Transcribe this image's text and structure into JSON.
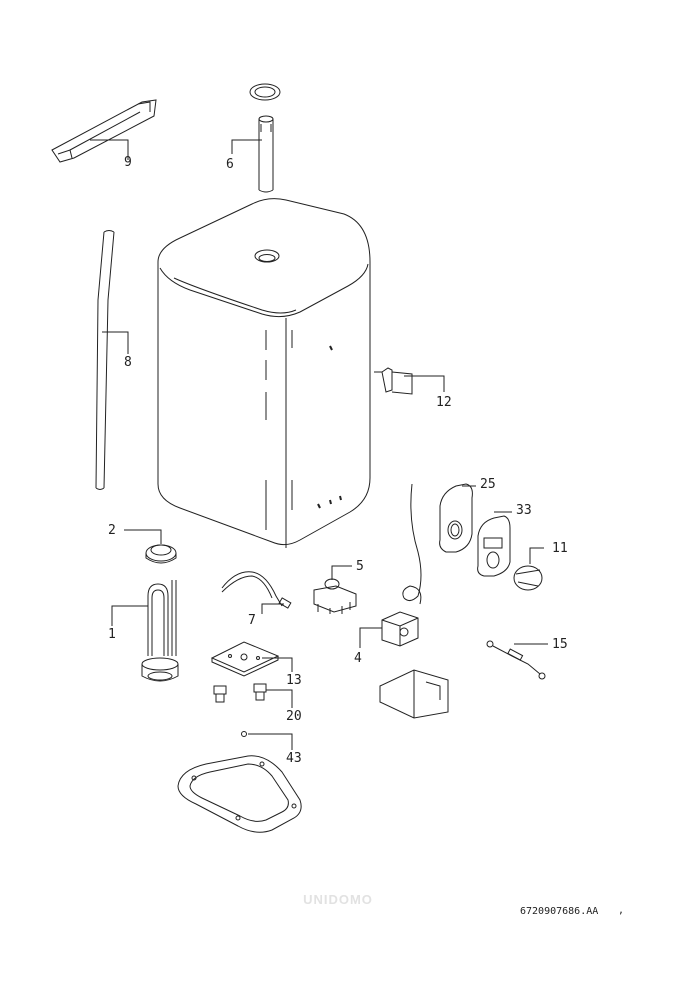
{
  "diagram": {
    "part_labels": [
      "9",
      "6",
      "8",
      "12",
      "25",
      "33",
      "11",
      "2",
      "5",
      "1",
      "7",
      "4",
      "15",
      "13",
      "20",
      "43"
    ],
    "document_number": "6720907686.AA",
    "trailing_mark": ",",
    "watermark": "UNIDOMO"
  }
}
